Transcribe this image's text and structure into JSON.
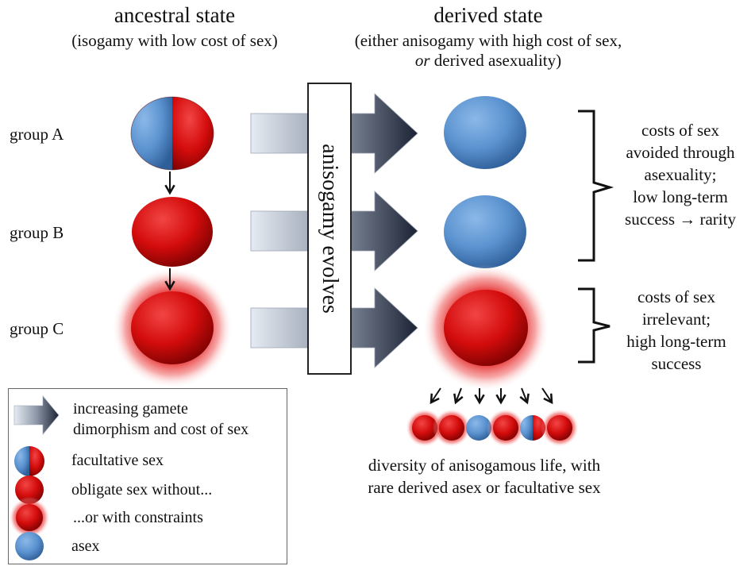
{
  "header": {
    "ancestral_title": "ancestral state",
    "ancestral_sub": "(isogamy with low cost of sex)",
    "derived_title": "derived state",
    "derived_sub_line1": "(either anisogamy with high cost of sex,",
    "derived_sub_line2_italic": "or",
    "derived_sub_line2_rest": " derived asexuality)"
  },
  "groups": [
    "group A",
    "group B",
    "group C"
  ],
  "arrow_box_label": "anisogamy evolves",
  "notes": {
    "ab": [
      "costs of sex",
      "avoided through",
      "asexuality;",
      "low long-term",
      "success → rarity"
    ],
    "c": [
      "costs of sex",
      "irrelevant;",
      "high long-term",
      "success"
    ]
  },
  "caption": [
    "diversity of anisogamous life, with",
    "rare derived asex or facultative sex"
  ],
  "legend": {
    "arrow_line1": "increasing gamete",
    "arrow_line2": "dimorphism and cost of sex",
    "facultative": "facultative sex",
    "obligate": "obligate sex without...",
    "constraints": "...or with constraints",
    "asex": "asex"
  },
  "colors": {
    "red": "#d40c0c",
    "blue": "#5b93d0",
    "arrow_dark": "#1b2233",
    "arrow_light": "#e6ebf3"
  }
}
